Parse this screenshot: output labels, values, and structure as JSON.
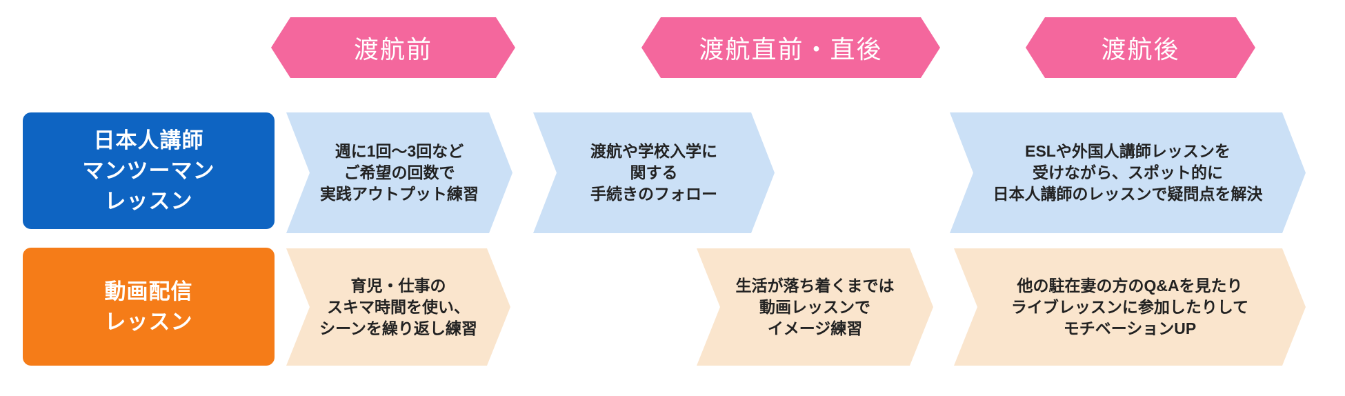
{
  "colors": {
    "pink": "#F4679D",
    "blue": "#0E64C2",
    "orange": "#F57C18",
    "light_blue": "#CBE0F6",
    "light_peach": "#FAE5CD",
    "text_dark": "#222222",
    "text_white": "#FFFFFF"
  },
  "phase_headers": [
    {
      "label": "渡航前"
    },
    {
      "label": "渡航直前・直後"
    },
    {
      "label": "渡航後"
    }
  ],
  "rows": [
    {
      "label_lines": [
        "日本人講師",
        "マンツーマン",
        "レッスン"
      ],
      "steps": [
        {
          "lines": [
            "週に1回～3回など",
            "ご希望の回数で",
            "実践アウトプット練習"
          ]
        },
        {
          "lines": [
            "渡航や学校入学に",
            "関する",
            "手続きのフォロー"
          ]
        },
        {
          "lines": [
            "ESLや外国人講師レッスンを",
            "受けながら、スポット的に",
            "日本人講師のレッスンで疑問点を解決"
          ]
        }
      ]
    },
    {
      "label_lines": [
        "動画配信",
        "レッスン"
      ],
      "steps": [
        {
          "lines": [
            "育児・仕事の",
            "スキマ時間を使い、",
            "シーンを繰り返し練習"
          ]
        },
        {
          "lines": [
            "生活が落ち着くまでは",
            "動画レッスンで",
            "イメージ練習"
          ]
        },
        {
          "lines": [
            "他の駐在妻の方のQ&Aを見たり",
            "ライブレッスンに参加したりして",
            "モチベーションUP"
          ]
        }
      ]
    }
  ]
}
